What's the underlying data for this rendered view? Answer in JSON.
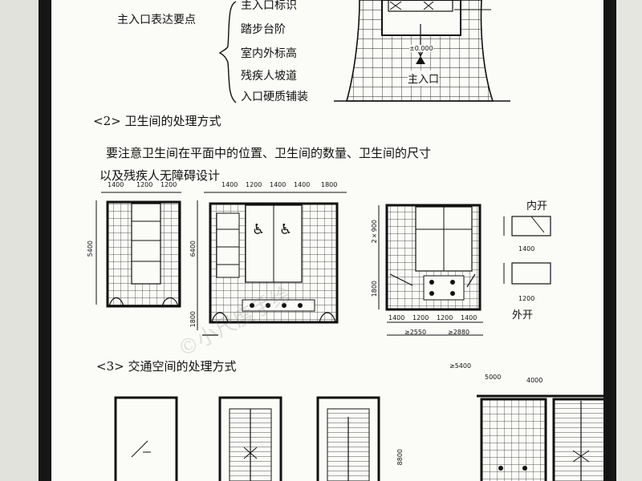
{
  "top": {
    "main_entrance_label": "主入口表达要点",
    "points": [
      "主入口标识",
      "踏步台阶",
      "室内外标高",
      "残疾人坡道",
      "入口硬质铺装"
    ],
    "plan_dimension": "±0.000",
    "plan_caption": "主入口"
  },
  "section2": {
    "heading": "<2> 卫生间的处理方式",
    "note_line1": "要注意卫生间在平面中的位置、卫生间的数量、卫生间的尺寸",
    "note_line2": "以及残疾人无障碍设计"
  },
  "plan_a": {
    "dims_top": [
      "1400",
      "1200",
      "1200"
    ],
    "dim_side": "5400"
  },
  "plan_b": {
    "dims_top": [
      "1400",
      "1200",
      "1400",
      "1400",
      "1800"
    ],
    "dim_side_1": "6400",
    "dim_side_2": "1800"
  },
  "plan_c": {
    "dim_side_1": "2×900",
    "dim_side_2": "1800",
    "dims_bottom": [
      "1400",
      "1200",
      "1200",
      "1400"
    ],
    "dims_bottom_2": [
      "≥2550",
      "≥2880"
    ]
  },
  "door_notes": {
    "inward": "内开",
    "inward_dim": "1400",
    "outward_dim": "1200",
    "outward": "外开"
  },
  "section3": {
    "heading": "<3> 交通空间的处理方式",
    "dims_top": [
      "≥5400",
      "5000",
      "4000"
    ],
    "dim_side": "8800"
  },
  "watermark": "©小尺度手绘"
}
